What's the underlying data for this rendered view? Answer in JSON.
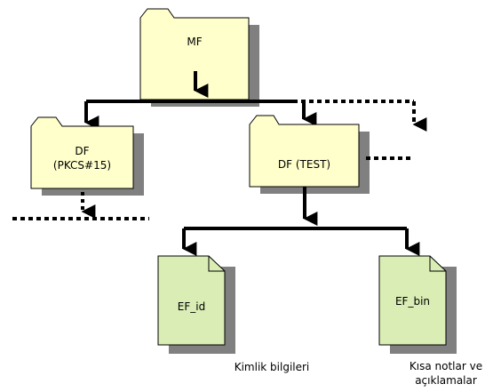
{
  "colors": {
    "folder_fill": "#FFFFCC",
    "file_fill": "#D9EDB5",
    "shadow": "#808080",
    "outline": "#000000",
    "connector": "#000000"
  },
  "nodes": {
    "mf": {
      "label": "MF"
    },
    "df_pkcs": {
      "label_line1": "DF",
      "label_line2": "(PKCS#15)"
    },
    "df_test": {
      "label": "DF (TEST)"
    },
    "ef_id": {
      "label": "EF_id",
      "caption": "Kimlik bilgileri"
    },
    "ef_bin": {
      "label": "EF_bin",
      "caption_line1": "Kısa notlar ve",
      "caption_line2": "açıklamalar"
    }
  },
  "icons": {
    "folder": "folder-icon",
    "file": "file-icon",
    "arrow": "arrow-down-icon"
  }
}
